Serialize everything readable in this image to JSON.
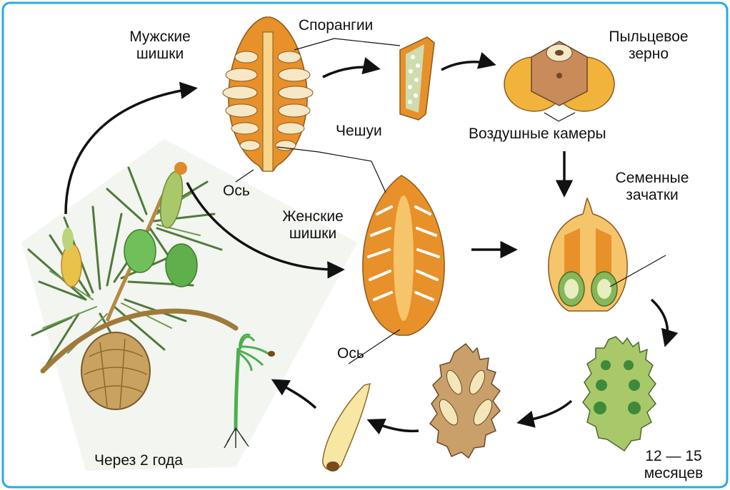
{
  "labels": {
    "male_cones": [
      "Мужские",
      "шишки"
    ],
    "sporangia": "Спорангии",
    "pollen_grain": [
      "Пыльцевое",
      "зерно"
    ],
    "scales": "Чешуи",
    "air_chambers": "Воздушные камеры",
    "axis_male": "Ось",
    "female_cones": [
      "Женские",
      "шишки"
    ],
    "ovules": [
      "Семенные",
      "зачатки"
    ],
    "axis_female": "Ось",
    "after_two_years": "Через 2 года",
    "months": [
      "12 — 15",
      "месяцев"
    ]
  },
  "colors": {
    "frame": "#29a9e1",
    "arrow": "#111111",
    "cone_orange": "#e8902a",
    "cone_light": "#f6c46a",
    "pollen_brown": "#c98b5a",
    "pollen_yellow": "#f2b33d",
    "ovule_green": "#86b85a",
    "seed_scale_tan": "#c9a06a",
    "seedling_green": "#4caf50",
    "needle_green": "#4f7a3a"
  }
}
